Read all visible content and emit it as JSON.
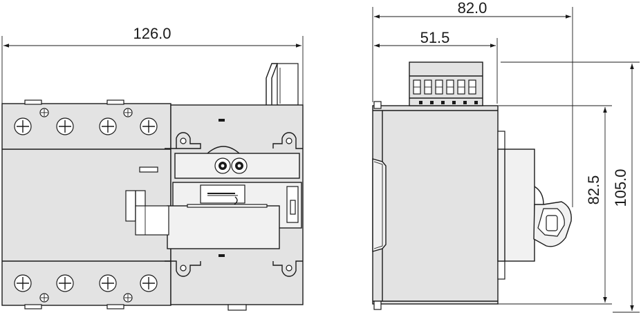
{
  "dimensions": {
    "front_width": "126.0",
    "side_depth_total": "82.0",
    "side_depth_partial": "51.5",
    "side_height_inner": "82.5",
    "side_height_total": "105.0"
  },
  "colors": {
    "line": "#1a1a1a",
    "body_fill": "#e3e3e3",
    "panel_fill": "#f1f1f1",
    "background": "#ffffff"
  }
}
